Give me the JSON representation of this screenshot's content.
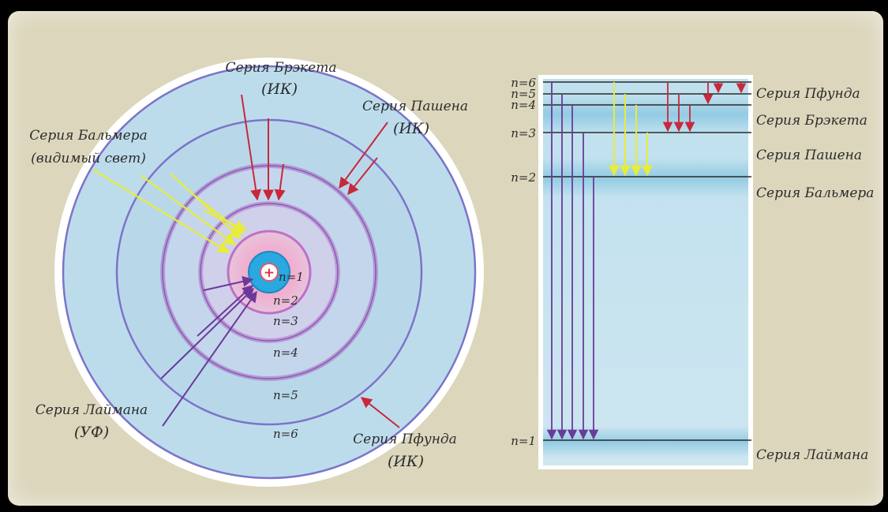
{
  "left_diagram": {
    "lyman_label": "Серия Лаймана",
    "lyman_sub": "(УФ)",
    "balmer_label": "Серия Бальмера",
    "balmer_sub": "(видимый свет)",
    "paschen_label": "Серия Пашена",
    "paschen_sub": "(ИК)",
    "brackett_label": "Серия Брэкета",
    "brackett_sub": "(ИК)",
    "pfund_label": "Серия Пфунда",
    "pfund_sub": "(ИК)",
    "nucleus_symbol": "+",
    "orbit_labels": [
      "n=1",
      "n=2",
      "n=3",
      "n=4",
      "n=5",
      "n=6"
    ]
  },
  "right_diagram": {
    "level_labels": [
      "n=6",
      "n=5",
      "n=4",
      "n=3",
      "n=2",
      "n=1"
    ],
    "series_labels": [
      "Серия Пфунда",
      "Серия Брэкета",
      "Серия Пашена",
      "Серия Бальмера",
      "Серия Лаймана"
    ]
  },
  "colors": {
    "lyman": "#6a3a9a",
    "balmer": "#e8ec3a",
    "paschen": "#c8283a",
    "brackett": "#c8283a",
    "pfund": "#c8283a",
    "orbit": "#8a6ac0",
    "nucleus": "#2aa8e0"
  }
}
